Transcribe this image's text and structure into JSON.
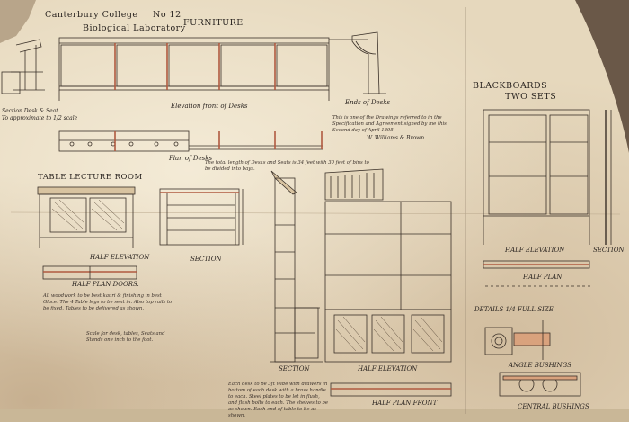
{
  "title_block": {
    "college": "Canterbury College",
    "department": "Biological Laboratory",
    "number": "No 12",
    "subject": "FURNITURE"
  },
  "labels": {
    "section_desk": "Section Desk & Seat",
    "section_desk_note": "To approximate to 1/2 scale",
    "elevation_desks": "Elevation front of Desks",
    "ends_desks": "Ends of Desks",
    "plan_desks": "Plan of Desks",
    "table_lecture_room": "TABLE LECTURE ROOM",
    "half_elevation_table": "HALF ELEVATION",
    "half_plan_doors": "HALF PLAN DOORS.",
    "section_table": "SECTION",
    "section_case": "SECTION",
    "half_elevation_case": "HALF ELEVATION",
    "half_plan_front": "HALF PLAN FRONT",
    "blackboards": "BLACKBOARDS",
    "two_sets": "TWO SETS",
    "half_elevation_bb": "HALF ELEVATION",
    "section_bb": "SECTION",
    "half_plan_bb": "HALF PLAN",
    "details_full_size": "DETAILS 1/4 FULL SIZE",
    "angle_bushings": "ANGLE BUSHINGS",
    "central_bushings": "CENTRAL BUSHINGS"
  },
  "notes": {
    "signature_note": "This is one of the Drawings referred to in the Specification and Agreement signed by me this Second day of April 1895",
    "signature": "W. Williams & Brown",
    "desk_length_note": "The total length of Desks and Seats is 34 feet with 30 feet of bins to be divided into bays.",
    "table_materials": "All woodwork to be best kauri & finishing in best Glace. The 4 Table legs to be sent in. Also top rails to be fixed. Tables to be delivered as shown.",
    "scale_note": "Scale for desk, tables, Seats and Stands one inch to the foot.",
    "bottom_note": "Each desk to be 3ft wide with drawers in bottom of each desk with a brass handle to each. Steel plates to be let in flush, and flush bolts to each. The shelves to be as shown. Each end of table to be as shown."
  }
}
